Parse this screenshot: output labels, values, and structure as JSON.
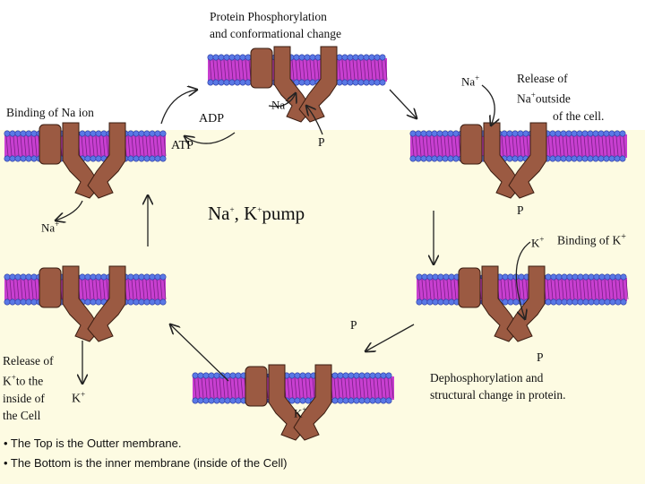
{
  "colors": {
    "background_panel": "#fdfbe2",
    "lipid_head": "#5a78e6",
    "membrane_core": "#c83fd0",
    "protein": "#9b5a42",
    "protein_outline": "#3a1d12"
  },
  "steps": {
    "top": [
      "Protein Phosphorylation",
      "and conformational change"
    ],
    "right_upper": [
      "Release of",
      "Na",
      "outside",
      "of the cell."
    ],
    "right_middle": "Binding of K",
    "bottom_right": [
      "Dephosphorylation and",
      "structural change in protein."
    ],
    "bottom_left": [
      "Release of",
      "K",
      "to the",
      "inside of",
      "the Cell"
    ],
    "left": "Binding of Na ion"
  },
  "molecules": {
    "adp": "ADP",
    "atp": "ATP",
    "phosphate": "P",
    "sodium": "Na",
    "potassium": "K",
    "plus": "+"
  },
  "center_title": {
    "na": "Na",
    "comma": ",",
    "k": "K",
    "pump": "pump",
    "plus": "+"
  },
  "notes": [
    "• The Top is the Outter membrane.",
    "• The Bottom is the inner membrane (inside of the Cell)"
  ]
}
